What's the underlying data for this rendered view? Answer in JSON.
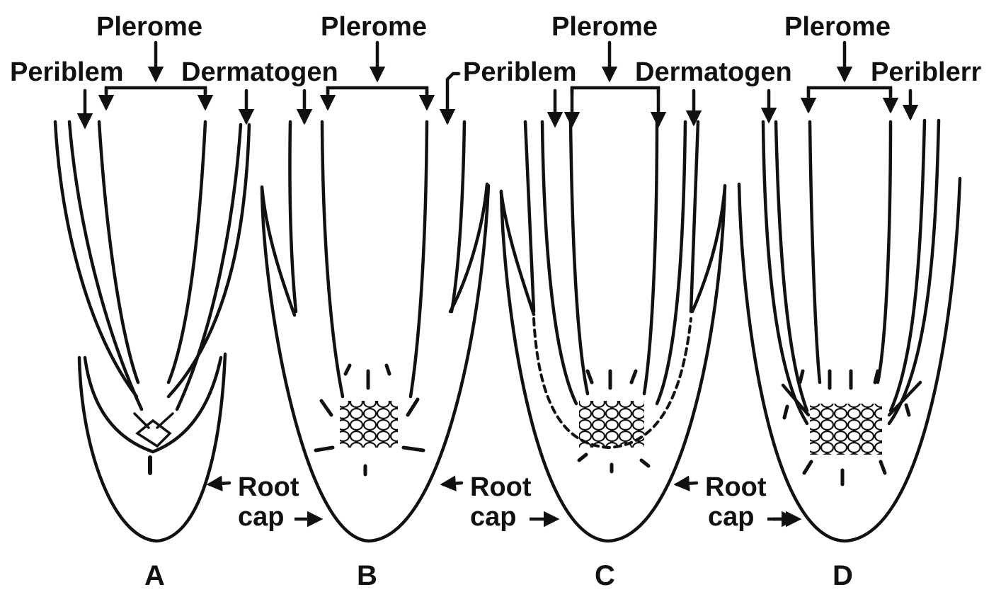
{
  "labels": {
    "pierome": "Plerome",
    "periblem": "Periblem",
    "periblem_cut": "Periblerr",
    "dermatogen": "Dermatogen",
    "root": "Root",
    "cap": "cap"
  },
  "panels": [
    {
      "id": "A",
      "label": "A"
    },
    {
      "id": "B",
      "label": "B"
    },
    {
      "id": "C",
      "label": "C"
    },
    {
      "id": "D",
      "label": "D"
    }
  ],
  "colors": {
    "ink": "#111111",
    "background": "#ffffff"
  }
}
